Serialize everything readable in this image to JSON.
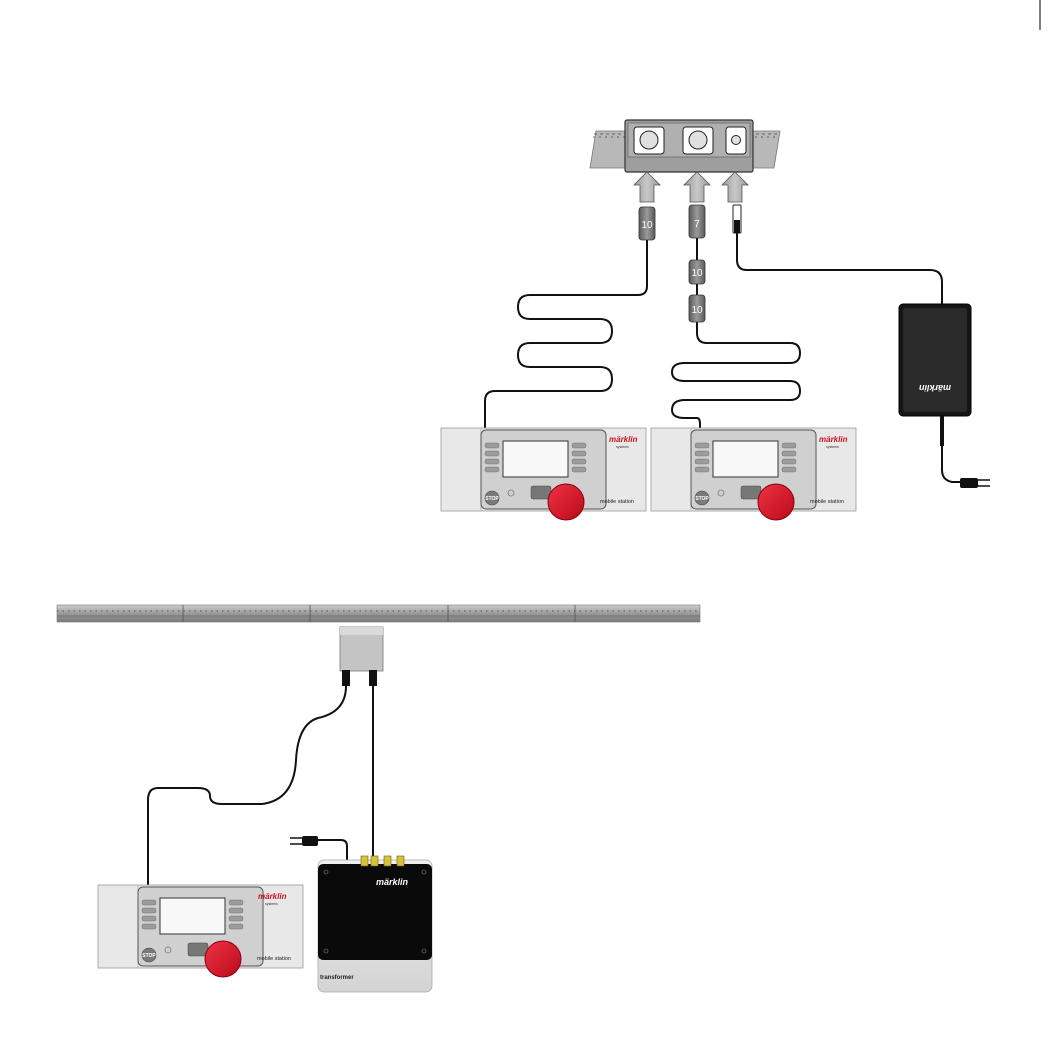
{
  "colors": {
    "accent_red": "#cc1122",
    "device_grey": "#e4e4e4",
    "panel_grey": "#cfcfcf",
    "plug_grey": "#777777",
    "cable": "#111111",
    "transformer_body": "#0a0a0a"
  },
  "top_diagram": {
    "connector_box": {
      "ports": [
        "10-pin socket",
        "7-pin socket",
        "power socket"
      ]
    },
    "plugs": {
      "left_plug": "10",
      "middle_plug_top": "7",
      "middle_plug_mid": "10",
      "middle_plug_bottom": "10"
    },
    "power_pack_logo": "märklin",
    "mobile_station_left": {
      "logo": "märklin",
      "logo_sub": "systems",
      "label": "mobile station",
      "stop": "STOP"
    },
    "mobile_station_right": {
      "logo": "märklin",
      "logo_sub": "systems",
      "label": "mobile station",
      "stop": "STOP"
    }
  },
  "bottom_diagram": {
    "mobile_station": {
      "logo": "märklin",
      "logo_sub": "systems",
      "label": "mobile station",
      "stop": "STOP"
    },
    "transformer": {
      "logo": "märklin",
      "label": "transformer"
    }
  },
  "icons": [
    "arrow-up-icon",
    "mains-plug-icon",
    "cable-plug-icon"
  ]
}
